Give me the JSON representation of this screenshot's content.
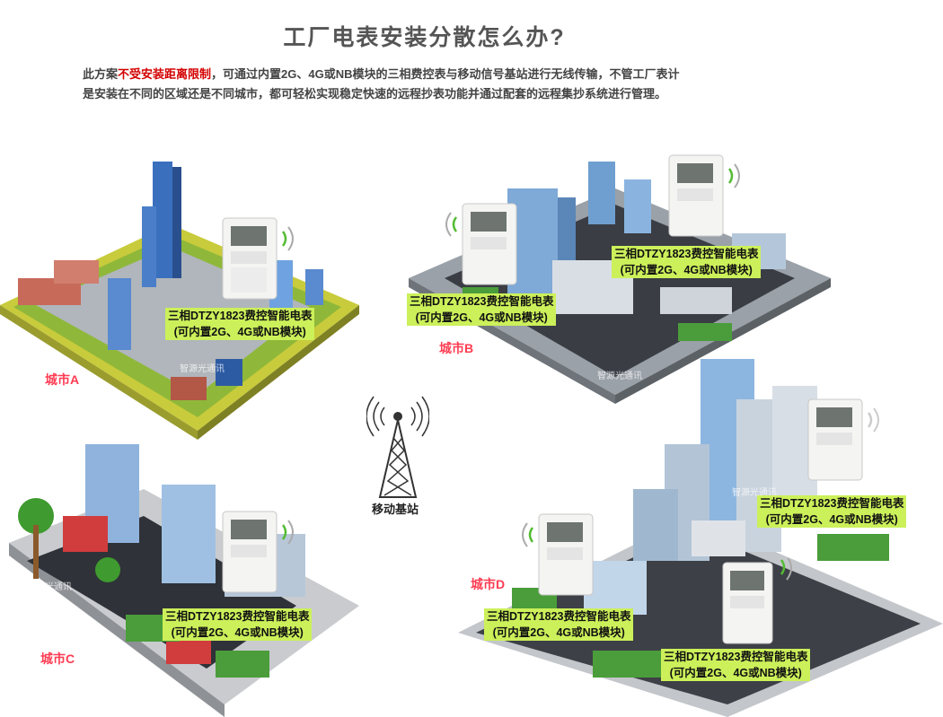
{
  "title": "工厂电表安装分散怎么办?",
  "description": {
    "prefix": "此方案",
    "highlight": "不受安装距离限制",
    "line1_rest": "，可通过内置2G、4G或NB模块的三相费控表与移动信号基站进行无线传输，不管工厂表计",
    "line2": "是安装在不同的区域还是不同城市，都可轻松实现稳定快速的远程抄表功能并通过配套的远程集抄系统进行管理。"
  },
  "meter_label": {
    "line1": "三相DTZY1823费控智能电表",
    "line2": "(可内置2G、4G或NB模块)"
  },
  "cities": {
    "a": "城市A",
    "b": "城市B",
    "c": "城市C",
    "d": "城市D"
  },
  "base_station": "移动基站",
  "watermark": "智源光通讯",
  "colors": {
    "label_bg": "#ccf05a",
    "city_text": "#ff3c52",
    "highlight": "#d40000"
  }
}
